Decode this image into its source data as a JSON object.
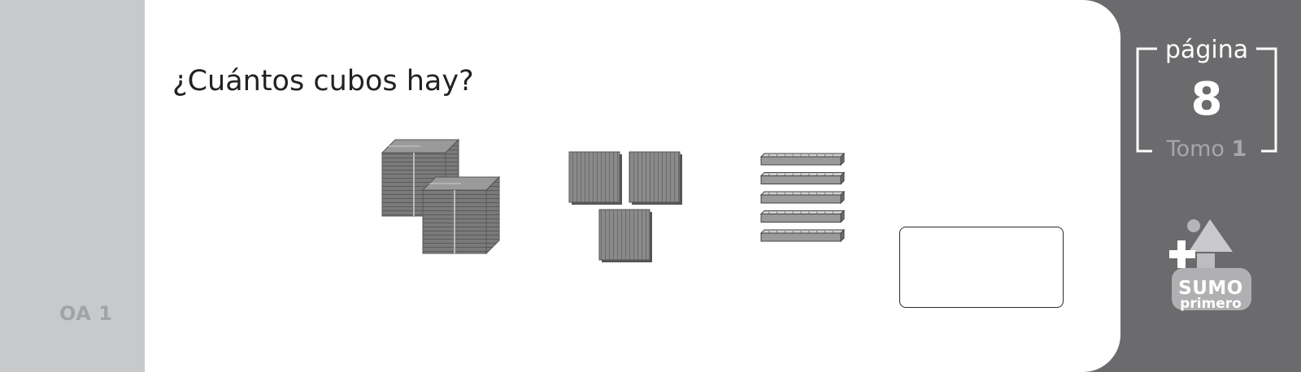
{
  "sidebar": {
    "objective_label": "OA 1"
  },
  "exercise": {
    "question": "¿Cuántos cubos hay?",
    "answer_value": ""
  },
  "blocks": {
    "thousand_cubes": 2,
    "hundred_flats": 3,
    "ten_rods": 5
  },
  "page_badge": {
    "word": "página",
    "number": "8",
    "volume_word": "Tomo",
    "volume_number": "1"
  },
  "logo": {
    "name": "SUMO",
    "sub": "primero"
  },
  "colors": {
    "panel_gray": "#6b6b6d",
    "left_band": "#c8c9cb",
    "block_fill": "#7c7c7c"
  }
}
